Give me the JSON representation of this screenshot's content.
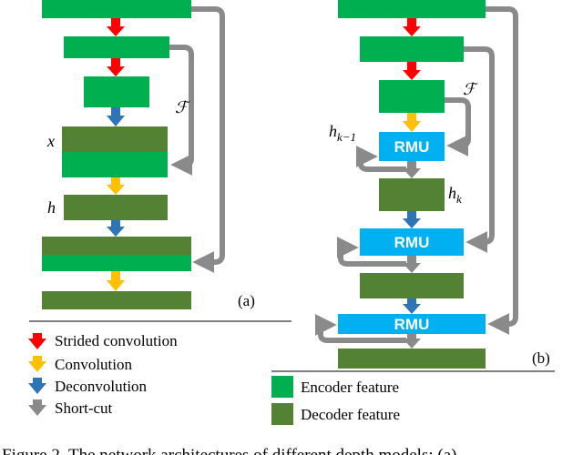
{
  "colors": {
    "encoder": "#00b050",
    "decoder": "#548235",
    "rmu": "#00b0f0",
    "strided": "#ff0000",
    "conv": "#ffc000",
    "deconv": "#2e75b6",
    "shortcut": "#8a8a8a"
  },
  "diagram_a": {
    "label": "(a)",
    "f_label": "ℱ",
    "x_label": "x",
    "h_label": "h"
  },
  "diagram_b": {
    "label": "(b)",
    "f_label": "ℱ",
    "hk1_label": "h",
    "hk1_sub": "k−1",
    "hk_label": "h",
    "hk_sub": "k",
    "rmu_labels": [
      "RMU",
      "RMU",
      "RMU"
    ]
  },
  "legend_arrows": [
    {
      "label": "Strided convolution",
      "icon": "red-down-arrow"
    },
    {
      "label": "Convolution",
      "icon": "yellow-down-arrow"
    },
    {
      "label": "Deconvolution",
      "icon": "blue-down-arrow"
    },
    {
      "label": "Short-cut",
      "icon": "gray-down-arrow"
    }
  ],
  "legend_features": [
    {
      "label": "Encoder feature"
    },
    {
      "label": "Decoder feature"
    }
  ],
  "caption": "Figure 2. The network architectures of different depth models: (a)"
}
